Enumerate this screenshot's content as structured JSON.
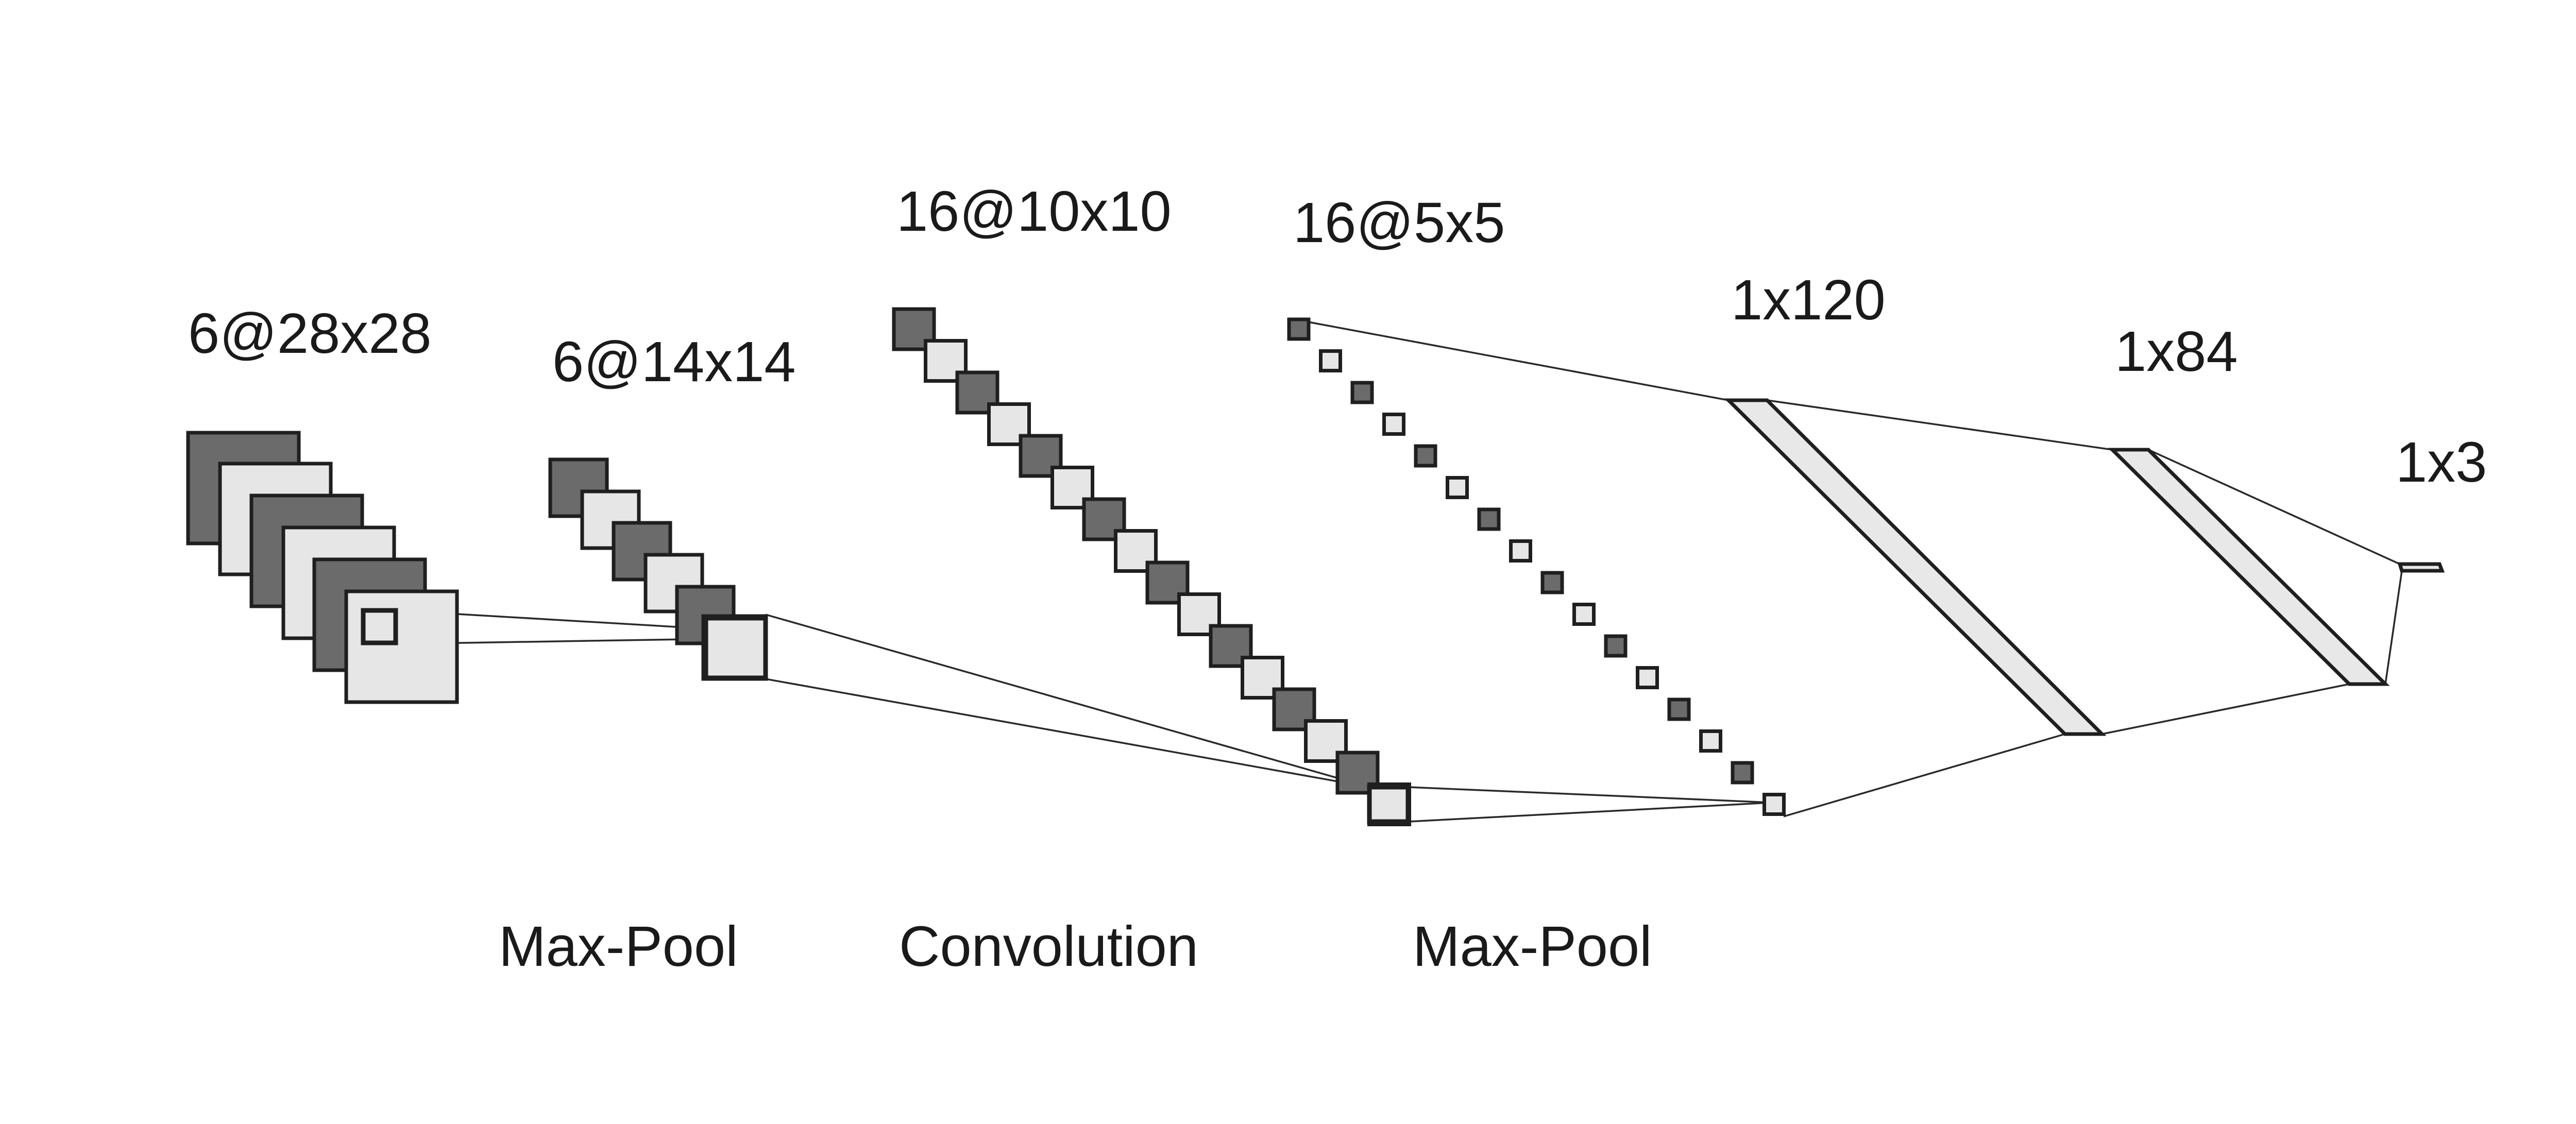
{
  "layers": [
    {
      "id": "c1",
      "label": "6@28x28",
      "shading": "mixed",
      "count": 6
    },
    {
      "id": "s2",
      "label": "6@14x14",
      "shading": "mixed",
      "count": 6
    },
    {
      "id": "c3",
      "label": "16@10x10",
      "shading": "mixed",
      "count": 16
    },
    {
      "id": "s4",
      "label": "16@5x5",
      "shading": "mixed",
      "count": 16
    },
    {
      "id": "f5",
      "label": "1x120"
    },
    {
      "id": "f6",
      "label": "1x84"
    },
    {
      "id": "out",
      "label": "1x3"
    }
  ],
  "operations": [
    {
      "id": "op1",
      "label": "Max-Pool"
    },
    {
      "id": "op2",
      "label": "Convolution"
    },
    {
      "id": "op3",
      "label": "Max-Pool"
    }
  ],
  "colors": {
    "dark_map": "#6b6b6b",
    "light_map": "#e6e6e6",
    "outline": "#1f1f1f"
  }
}
